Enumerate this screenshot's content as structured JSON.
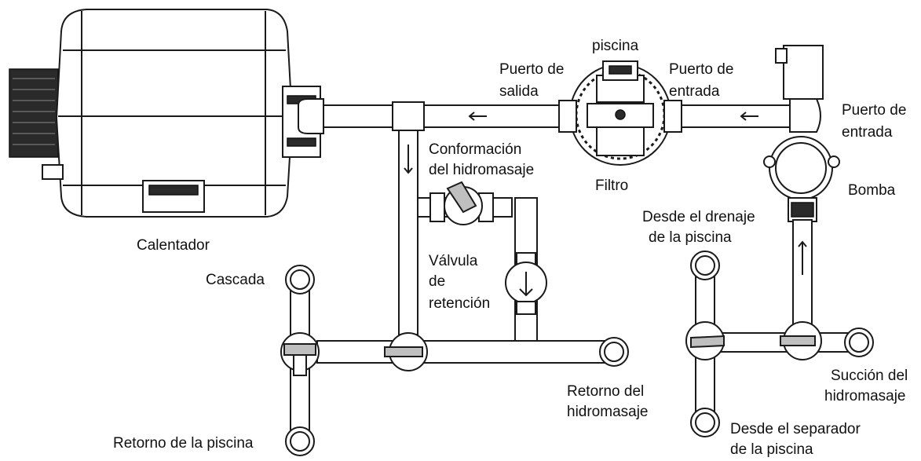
{
  "labels": {
    "heater": "Calentador",
    "outlet_port_1": "Puerto de",
    "outlet_port_2": "salida",
    "pool_top": "piscina",
    "inlet_port_filter_1": "Puerto de",
    "inlet_port_filter_2": "entrada",
    "inlet_port_pump_1": "Puerto de",
    "inlet_port_pump_2": "entrada",
    "filter": "Filtro",
    "pump": "Bomba",
    "spa_config_1": "Conformación",
    "spa_config_2": "del hidromasaje",
    "check_valve_1": "Válvula",
    "check_valve_2": "de",
    "check_valve_3": "retención",
    "waterfall": "Cascada",
    "pool_drain_1": "Desde el drenaje",
    "pool_drain_2": "de la piscina",
    "spa_return_1": "Retorno del",
    "spa_return_2": "hidromasaje",
    "spa_suction_1": "Succión del",
    "spa_suction_2": "hidromasaje",
    "pool_return": "Retorno de la piscina",
    "skimmer_1": "Desde el separador",
    "skimmer_2": "de la piscina"
  }
}
